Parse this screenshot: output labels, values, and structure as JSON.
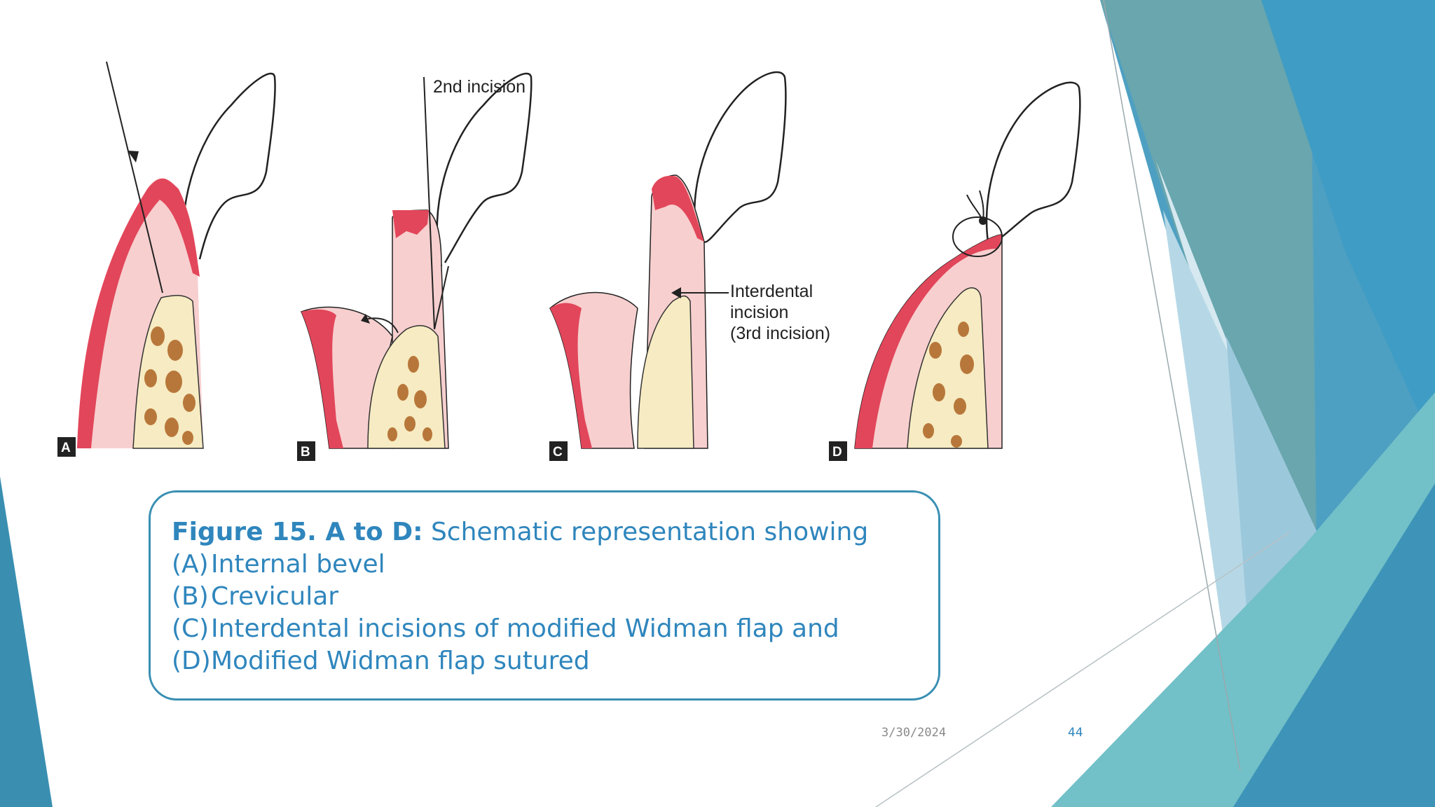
{
  "figure": {
    "annotation_second": "2nd incision",
    "annotation_interdental": [
      "Interdental",
      "incision",
      "(3rd incision)"
    ],
    "panels": [
      "A",
      "B",
      "C",
      "D"
    ]
  },
  "caption": {
    "heading": "Figure 15. A to D:",
    "intro": " Schematic representation showing",
    "items": [
      {
        "tag": "(A)",
        "text": "Internal bevel"
      },
      {
        "tag": "(B)",
        "text": "Crevicular"
      },
      {
        "tag": "(C)",
        "text": "Interdental incisions of modified Widman flap and"
      },
      {
        "tag": "(D)",
        "text": "Modified Widman flap sutured"
      }
    ]
  },
  "footer": {
    "date": "3/30/2024",
    "page": "44"
  },
  "colors": {
    "accent": "#2f86bd",
    "gingiva": "#f7c9c9",
    "epithelium": "#e2465a",
    "bone": "#f6ebc2",
    "marrow": "#b87a3c"
  }
}
